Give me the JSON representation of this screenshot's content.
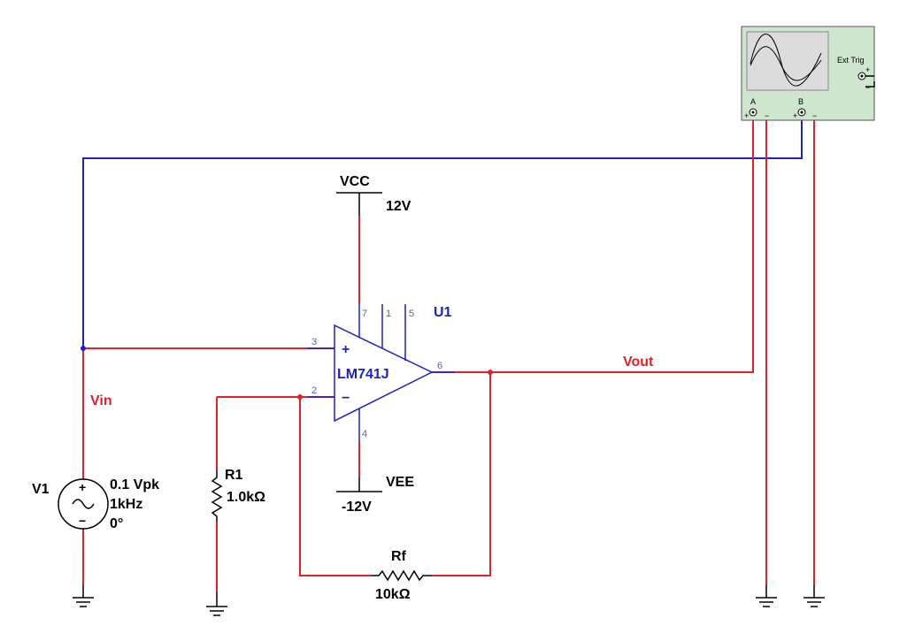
{
  "source": {
    "ref": "V1",
    "amplitude": "0.1 Vpk",
    "frequency": "1kHz",
    "phase": "0°",
    "plus_symbol": "+",
    "minus_symbol": "−",
    "wave_symbol": "~"
  },
  "nets": {
    "vin": "Vin",
    "vout": "Vout"
  },
  "opamp": {
    "ref": "U1",
    "model": "LM741J",
    "pins": {
      "p7": "7",
      "p1": "1",
      "p5": "5",
      "p3": "3",
      "p2": "2",
      "p6": "6",
      "p4": "4"
    },
    "plus_symbol": "+",
    "minus_symbol": "−"
  },
  "supply_pos": {
    "name": "VCC",
    "value": "12V"
  },
  "supply_neg": {
    "name": "VEE",
    "value": "-12V"
  },
  "r1": {
    "ref": "R1",
    "value": "1.0kΩ"
  },
  "rf": {
    "ref": "Rf",
    "value": "10kΩ"
  },
  "scope": {
    "ext_trig_label": "Ext Trig",
    "channel_a": "A",
    "channel_b": "B",
    "plus": "+",
    "minus": "−",
    "screen_color": "#dcdcdc",
    "body_color": "#cde6cd"
  },
  "colors": {
    "wire_red": "#e0202a",
    "wire_blue": "#1a22c8",
    "component": "#000000"
  }
}
